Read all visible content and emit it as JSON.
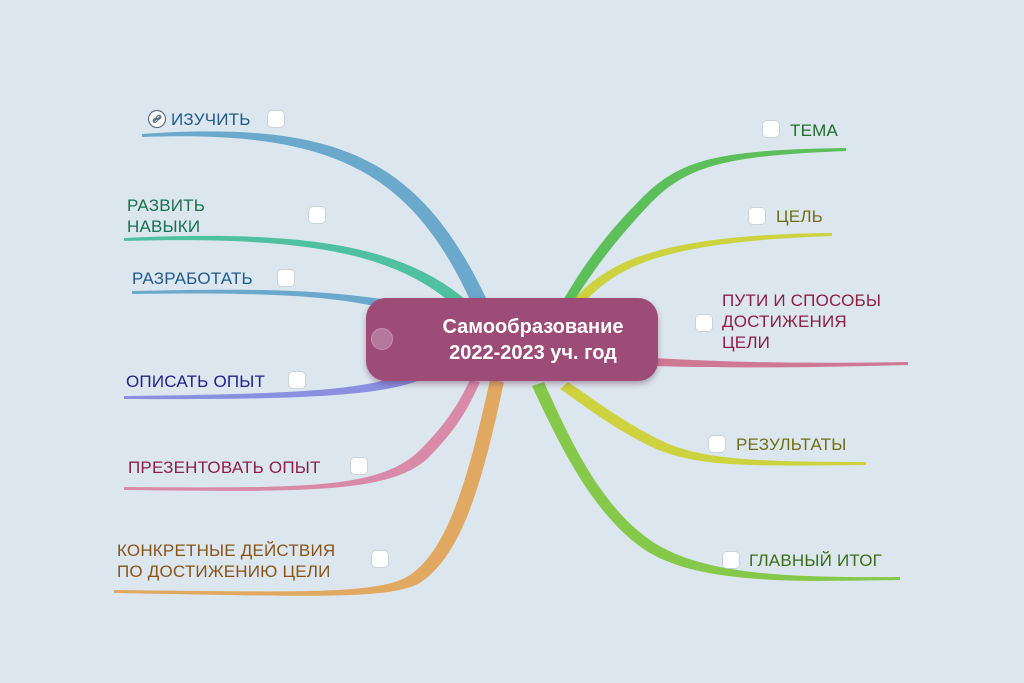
{
  "central_topic": {
    "line1": "Самообразование",
    "line2": "2022-2023 уч. год",
    "color": "#9c4c76"
  },
  "branches": {
    "study": {
      "label": "ИЗУЧИТЬ",
      "color": "#6aa8cc",
      "text_color": "#1e5b8a",
      "has_link_icon": true,
      "icon": "link-icon"
    },
    "skills": {
      "line1": "РАЗВИТЬ",
      "line2": "НАВЫКИ",
      "color": "#4fc0a0",
      "text_color": "#19704f"
    },
    "develop": {
      "label": "РАЗРАБОТАТЬ",
      "color": "#6aa8cc",
      "text_color": "#1e5b8a"
    },
    "describe": {
      "label": "ОПИСАТЬ ОПЫТ",
      "color": "#8a8fe0",
      "text_color": "#21228c"
    },
    "present": {
      "label": "ПРЕЗЕНТОВАТЬ ОПЫТ",
      "color": "#d98aa8",
      "text_color": "#8c1f46"
    },
    "actions": {
      "line1": "КОНКРЕТНЫЕ ДЕЙСТВИЯ",
      "line2": "ПО ДОСТИЖЕНИЮ ЦЕЛИ",
      "color": "#e0a860",
      "text_color": "#8a5416"
    },
    "theme": {
      "label": "ТЕМА",
      "color": "#5cbf5a",
      "text_color": "#1f6e2a"
    },
    "goal": {
      "label": "ЦЕЛЬ",
      "color": "#cdd23f",
      "text_color": "#6e6f12"
    },
    "ways": {
      "line1": "ПУТИ И СПОСОБЫ",
      "line2": "ДОСТИЖЕНИЯ",
      "line3": "ЦЕЛИ",
      "color": "#cf7894",
      "text_color": "#8c1f46"
    },
    "results": {
      "label": "РЕЗУЛЬТАТЫ",
      "color": "#cdd23f",
      "text_color": "#6e6f12"
    },
    "main_total": {
      "label": "ГЛАВНЫЙ ИТОГ",
      "color": "#86c84a",
      "text_color": "#3b6e12"
    }
  }
}
